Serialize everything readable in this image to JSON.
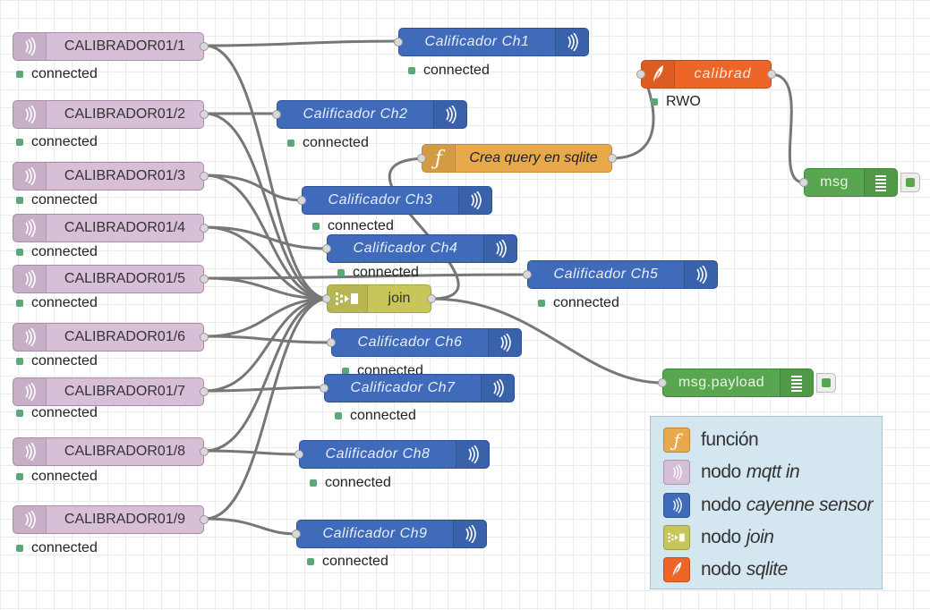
{
  "mqtt_nodes": [
    {
      "label": "CALIBRADOR01/1",
      "status": "connected"
    },
    {
      "label": "CALIBRADOR01/2",
      "status": "connected"
    },
    {
      "label": "CALIBRADOR01/3",
      "status": "connected"
    },
    {
      "label": "CALIBRADOR01/4",
      "status": "connected"
    },
    {
      "label": "CALIBRADOR01/5",
      "status": "connected"
    },
    {
      "label": "CALIBRADOR01/6",
      "status": "connected"
    },
    {
      "label": "CALIBRADOR01/7",
      "status": "connected"
    },
    {
      "label": "CALIBRADOR01/8",
      "status": "connected"
    },
    {
      "label": "CALIBRADOR01/9",
      "status": "connected"
    }
  ],
  "cayenne_nodes": [
    {
      "label": "Calificador Ch1",
      "status": "connected"
    },
    {
      "label": "Calificador Ch2",
      "status": "connected"
    },
    {
      "label": "Calificador Ch3",
      "status": "connected"
    },
    {
      "label": "Calificador Ch4",
      "status": "connected"
    },
    {
      "label": "Calificador Ch5",
      "status": "connected"
    },
    {
      "label": "Calificador Ch6",
      "status": "connected"
    },
    {
      "label": "Calificador Ch7",
      "status": "connected"
    },
    {
      "label": "Calificador Ch8",
      "status": "connected"
    },
    {
      "label": "Calificador Ch9",
      "status": "connected"
    }
  ],
  "function_node": {
    "label": "Crea query en sqlite",
    "icon": "function-icon"
  },
  "sqlite_node": {
    "label": "calibrad",
    "status": "RWO",
    "icon": "feather-icon"
  },
  "join_node": {
    "label": "join",
    "icon": "join-icon"
  },
  "debug_nodes": [
    {
      "label": "msg"
    },
    {
      "label": "msg.payload"
    }
  ],
  "legend": {
    "function": {
      "text": "función"
    },
    "mqtt": {
      "prefix": "nodo",
      "name": "mqtt in"
    },
    "cayenne": {
      "prefix": "nodo",
      "name": "cayenne sensor"
    },
    "join": {
      "prefix": "nodo",
      "name": "join"
    },
    "sqlite": {
      "prefix": "nodo",
      "name": "sqlite"
    }
  },
  "colors": {
    "mqtt": "#d8bfd8",
    "cayenne": "#3f6bba",
    "function": "#e7a94b",
    "sqlite": "#ee6528",
    "join": "#c8c65a",
    "debug": "#58a64f",
    "wire": "#777777",
    "status_dot": "#5aa878"
  }
}
